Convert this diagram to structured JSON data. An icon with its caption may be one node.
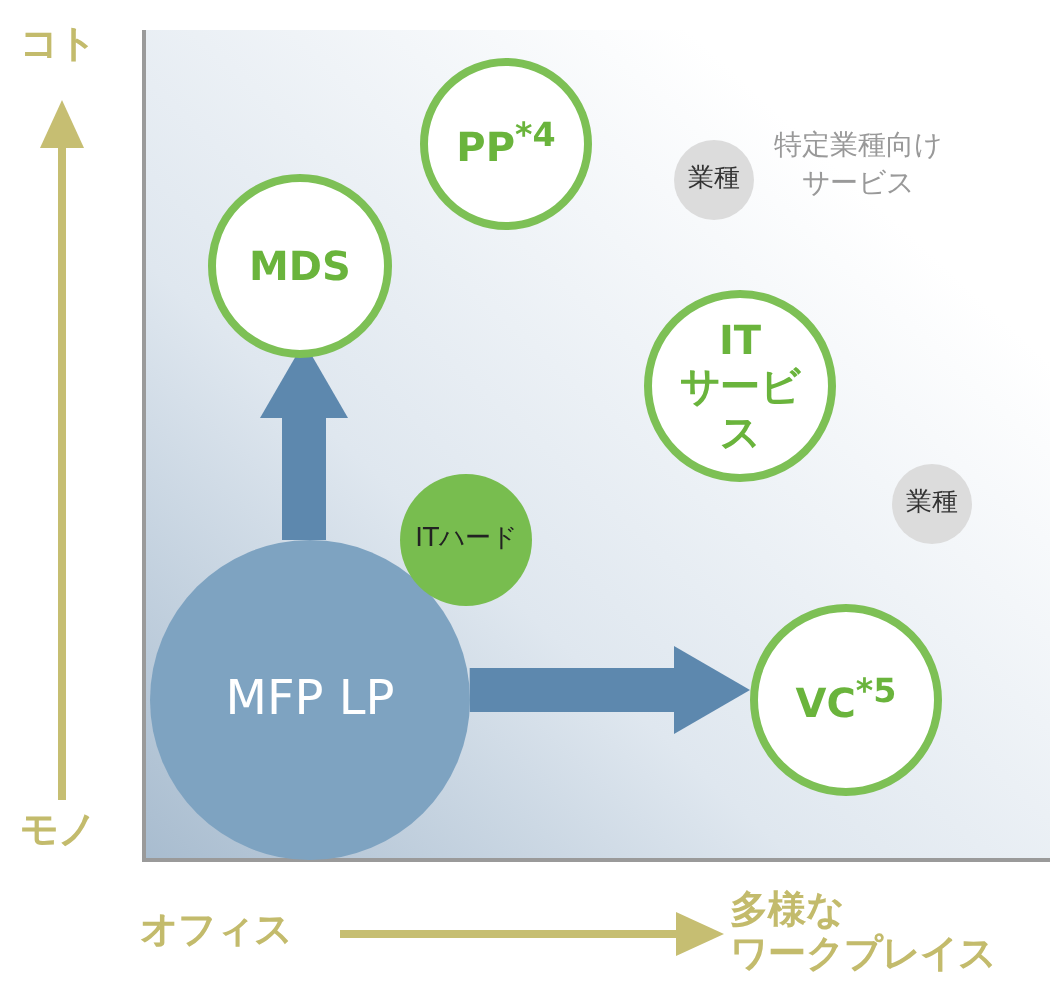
{
  "diagram": {
    "nodes": [
      {
        "text": [
          "MFP LP"
        ]
      },
      {
        "text": [
          "ITハード"
        ]
      },
      {
        "text": [
          "MDS"
        ]
      },
      {
        "text": [
          "PP$^{*4}$"
        ]
      },
      {
        "text": [
          "ITサービス"
        ]
      },
      {
        "text": [
          "VC$^{*5}$"
        ]
      },
      {
        "text": [
          "業種"
        ],
        "beside": [
          "特定業種向けサービス"
        ]
      },
      {
        "text": [
          "業種"
        ]
      }
    ],
    "edges": [
      {
        "from": 0,
        "to": 2,
        "arrow": "to"
      },
      {
        "from": 0,
        "to": 5,
        "arrow": "to"
      }
    ],
    "labels": [
      "コト",
      "モノ",
      "オフィス",
      "多様なワークプレイス"
    ]
  }
}
